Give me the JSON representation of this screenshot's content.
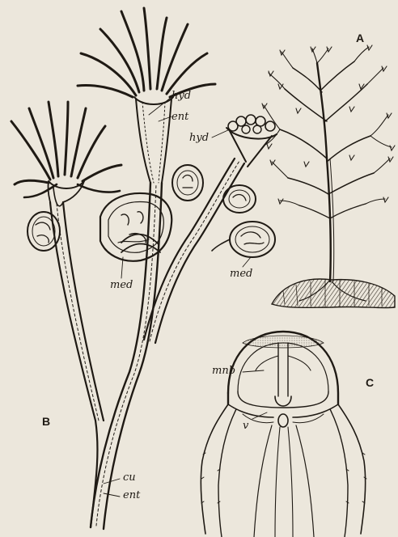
{
  "figure": {
    "panel_labels": {
      "a": "A",
      "b": "B",
      "c": "C"
    },
    "labels": {
      "hyd_top": "hyd",
      "ent_top": "ent",
      "hyd_right": "hyd",
      "med_left": "med",
      "med_right": "med",
      "mnb": "mnb",
      "v": "v",
      "cu": "cu",
      "ent_bottom": "ent"
    }
  }
}
